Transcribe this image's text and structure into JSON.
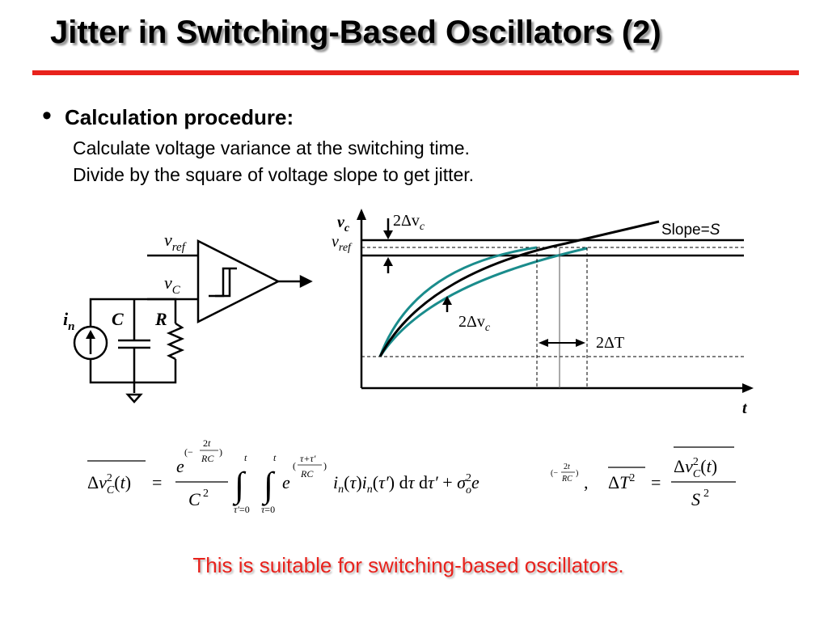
{
  "slide": {
    "title": "Jitter in Switching-Based Oscillators (2)",
    "bullet_heading": "Calculation procedure:",
    "lines": [
      "Calculate voltage variance at the switching time.",
      "Divide by the square of voltage slope to get jitter."
    ],
    "footer": "This is suitable for switching-based oscillators."
  },
  "circuit": {
    "vref_label": "v",
    "vref_sub": "ref",
    "vc_label": "v",
    "vc_sub": "C",
    "in_label": "i",
    "in_sub": "n",
    "cap_label": "C",
    "res_label": "R"
  },
  "waveform": {
    "axis_y_label": "v",
    "axis_y_sub": "c",
    "vref_label": "v",
    "vref_sub": "ref",
    "x_axis_label": "t",
    "top_delta_label": "2Δv",
    "top_delta_sub": "c",
    "bottom_delta_label": "2Δv",
    "bottom_delta_sub": "c",
    "slope_label_prefix": "Slope=",
    "slope_label_var": "S",
    "jitter_label": "2ΔT"
  },
  "equations": {
    "variance_eq": "Δv_C²(t) = e^(−2t/RC) / C² · ∫_{τ′=0}^{t} ∫_{τ=0}^{t} e^((τ+τ′)/RC) i_n(τ) i_n(τ′) dτ dτ′ + σ_o² e^(−2t/RC)",
    "jitter_eq": "ΔT² = Δv_C²(t) / S²"
  },
  "colors": {
    "title_shadow": "#9a9a9a",
    "rule": "#e8221c",
    "footer": "#e8221c",
    "teal_curve": "#1a8c8c"
  }
}
